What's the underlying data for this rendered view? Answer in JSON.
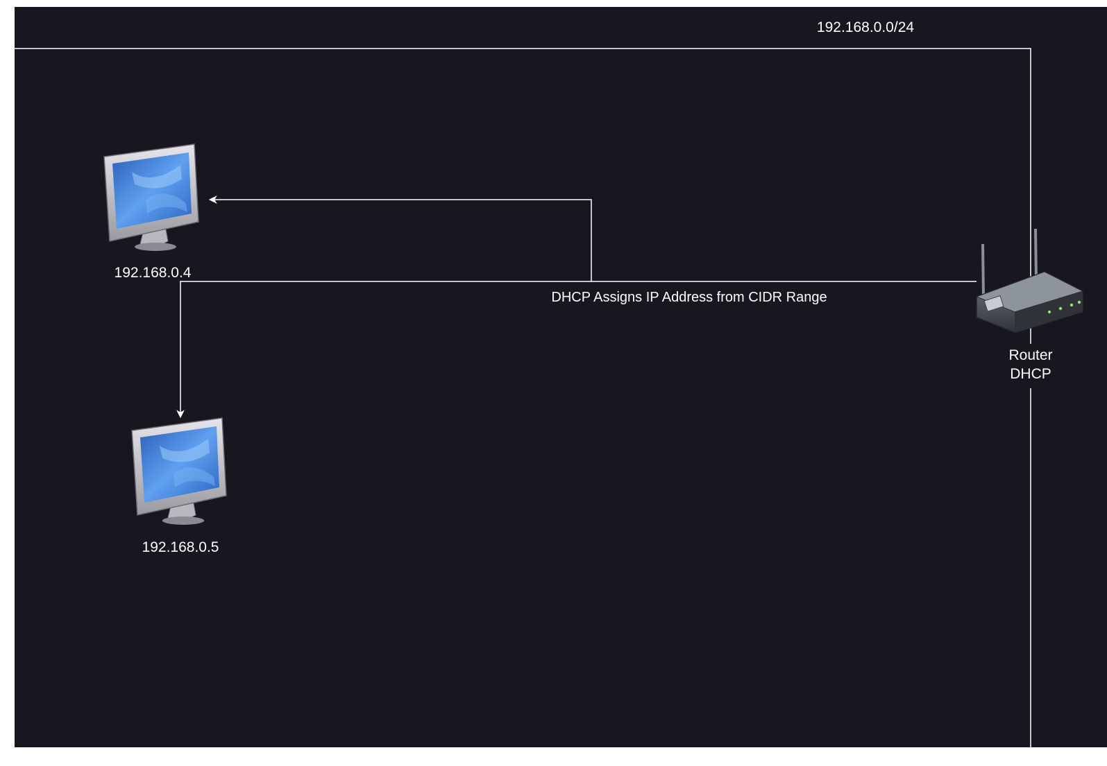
{
  "diagram": {
    "network_label": "192.168.0.0/24",
    "edge_label": "DHCP Assigns IP Address from CIDR Range",
    "nodes": {
      "pc1_label": "192.168.0.4",
      "pc2_label": "192.168.0.5",
      "router_label_line1": "Router",
      "router_label_line2": "DHCP"
    },
    "icons": {
      "pc1": "desktop-computer-icon",
      "pc2": "desktop-computer-icon",
      "router": "wireless-router-icon"
    }
  },
  "colors": {
    "background": "#18161e",
    "lines": "#ffffff",
    "screen_blue": "#3d7fd8",
    "bezel_silver": "#c8c8cc",
    "router_body": "#505560",
    "router_led": "#8fe36a"
  }
}
